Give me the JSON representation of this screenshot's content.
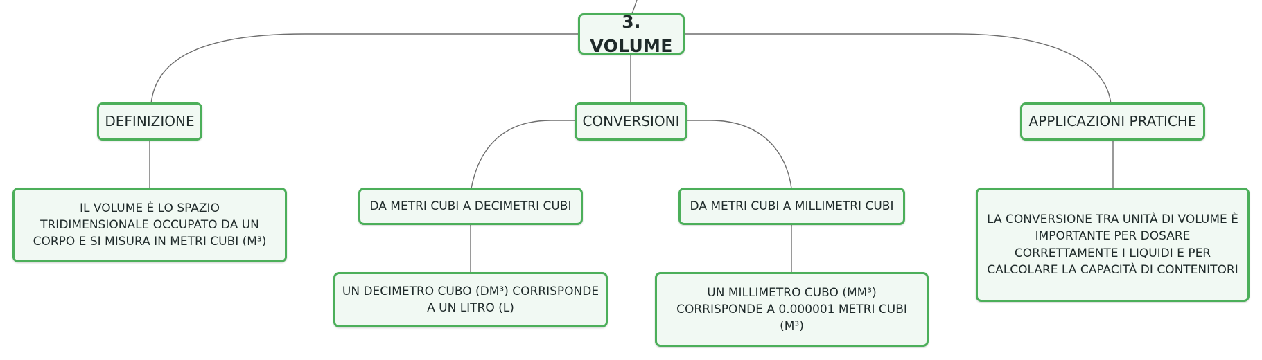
{
  "diagram": {
    "type": "mind-map",
    "colors": {
      "node_border": "#4caf5a",
      "node_fill": "#f1f9f3",
      "connector": "#6e6e6e"
    },
    "root": {
      "label": "3. VOLUME"
    },
    "definizione": {
      "label": "DEFINIZIONE",
      "text": "IL VOLUME È LO SPAZIO TRIDIMENSIONALE OCCUPATO DA UN CORPO E SI MISURA IN METRI CUBI (M³)"
    },
    "conversioni": {
      "label": "CONVERSIONI",
      "decimetri": {
        "label": "DA METRI CUBI A DECIMETRI CUBI",
        "text": "UN DECIMETRO CUBO (DM³) CORRISPONDE A UN LITRO (L)"
      },
      "millimetri": {
        "label": "DA METRI CUBI A MILLIMETRI CUBI",
        "text": "UN MILLIMETRO CUBO (MM³) CORRISPONDE A 0.000001 METRI CUBI (M³)"
      }
    },
    "applicazioni": {
      "label": "APPLICAZIONI PRATICHE",
      "text": "LA CONVERSIONE TRA UNITÀ DI VOLUME È IMPORTANTE PER DOSARE CORRETTAMENTE I LIQUIDI E PER CALCOLARE LA CAPACITÀ DI CONTENITORI"
    }
  }
}
